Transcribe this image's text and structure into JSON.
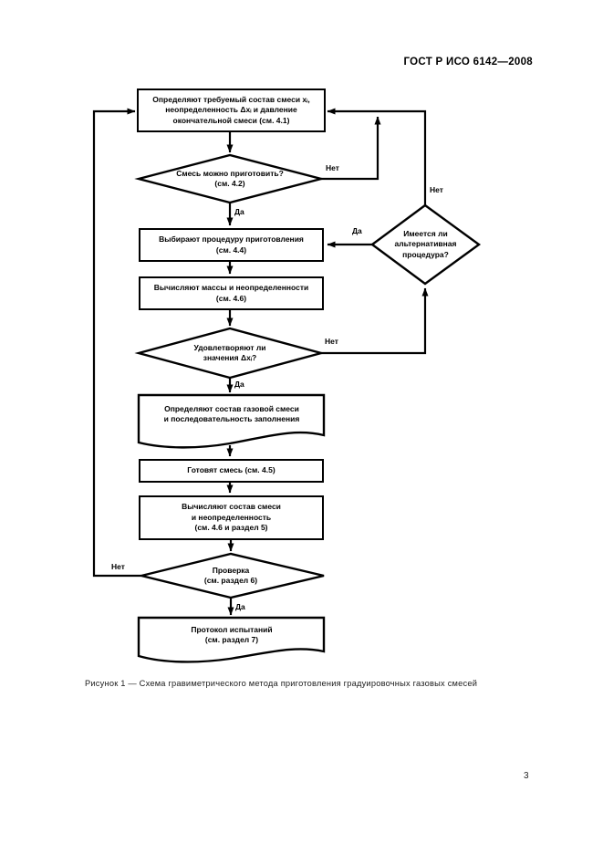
{
  "page": {
    "header": "ГОСТ Р ИСО 6142—2008",
    "caption": "Рисунок 1 — Схема гравиметрического метода приготовления градуировочных газовых смесей",
    "page_number": "3"
  },
  "flowchart": {
    "box_define": {
      "line1": "Определяют требуемый состав смеси xᵢ,",
      "line2": "неопределенность Δxᵢ и давление",
      "line3": "окончательной смеси (см. 4.1)"
    },
    "diamond_can_prepare": {
      "line1": "Смесь можно приготовить?",
      "line2": "(см. 4.2)"
    },
    "box_choose_procedure": {
      "line1": "Выбирают процедуру приготовления",
      "line2": "(см. 4.4)"
    },
    "diamond_alternative": {
      "line1": "Имеется ли",
      "line2": "альтернативная",
      "line3": "процедура?"
    },
    "box_calc_masses": {
      "line1": "Вычисляют массы и неопределенности",
      "line2": "(см. 4.6)"
    },
    "diamond_uncertainty_ok": {
      "line1": "Удовлетворяют ли",
      "line2": "значения Δxᵢ?"
    },
    "box_gas_composition": {
      "line1": "Определяют состав газовой смеси",
      "line2": "и последовательность заполнения"
    },
    "box_prepare": {
      "line1": "Готовят смесь (см. 4.5)"
    },
    "box_calc_composition": {
      "line1": "Вычисляют состав смеси",
      "line2": "и неопределенность",
      "line3": "(см. 4.6 и раздел 5)"
    },
    "diamond_verification": {
      "line1": "Проверка",
      "line2": "(см. раздел 6)"
    },
    "box_report": {
      "line1": "Протокол испытаний",
      "line2": "(см. раздел 7)"
    },
    "labels": {
      "yes": "Да",
      "no": "Нет"
    }
  }
}
